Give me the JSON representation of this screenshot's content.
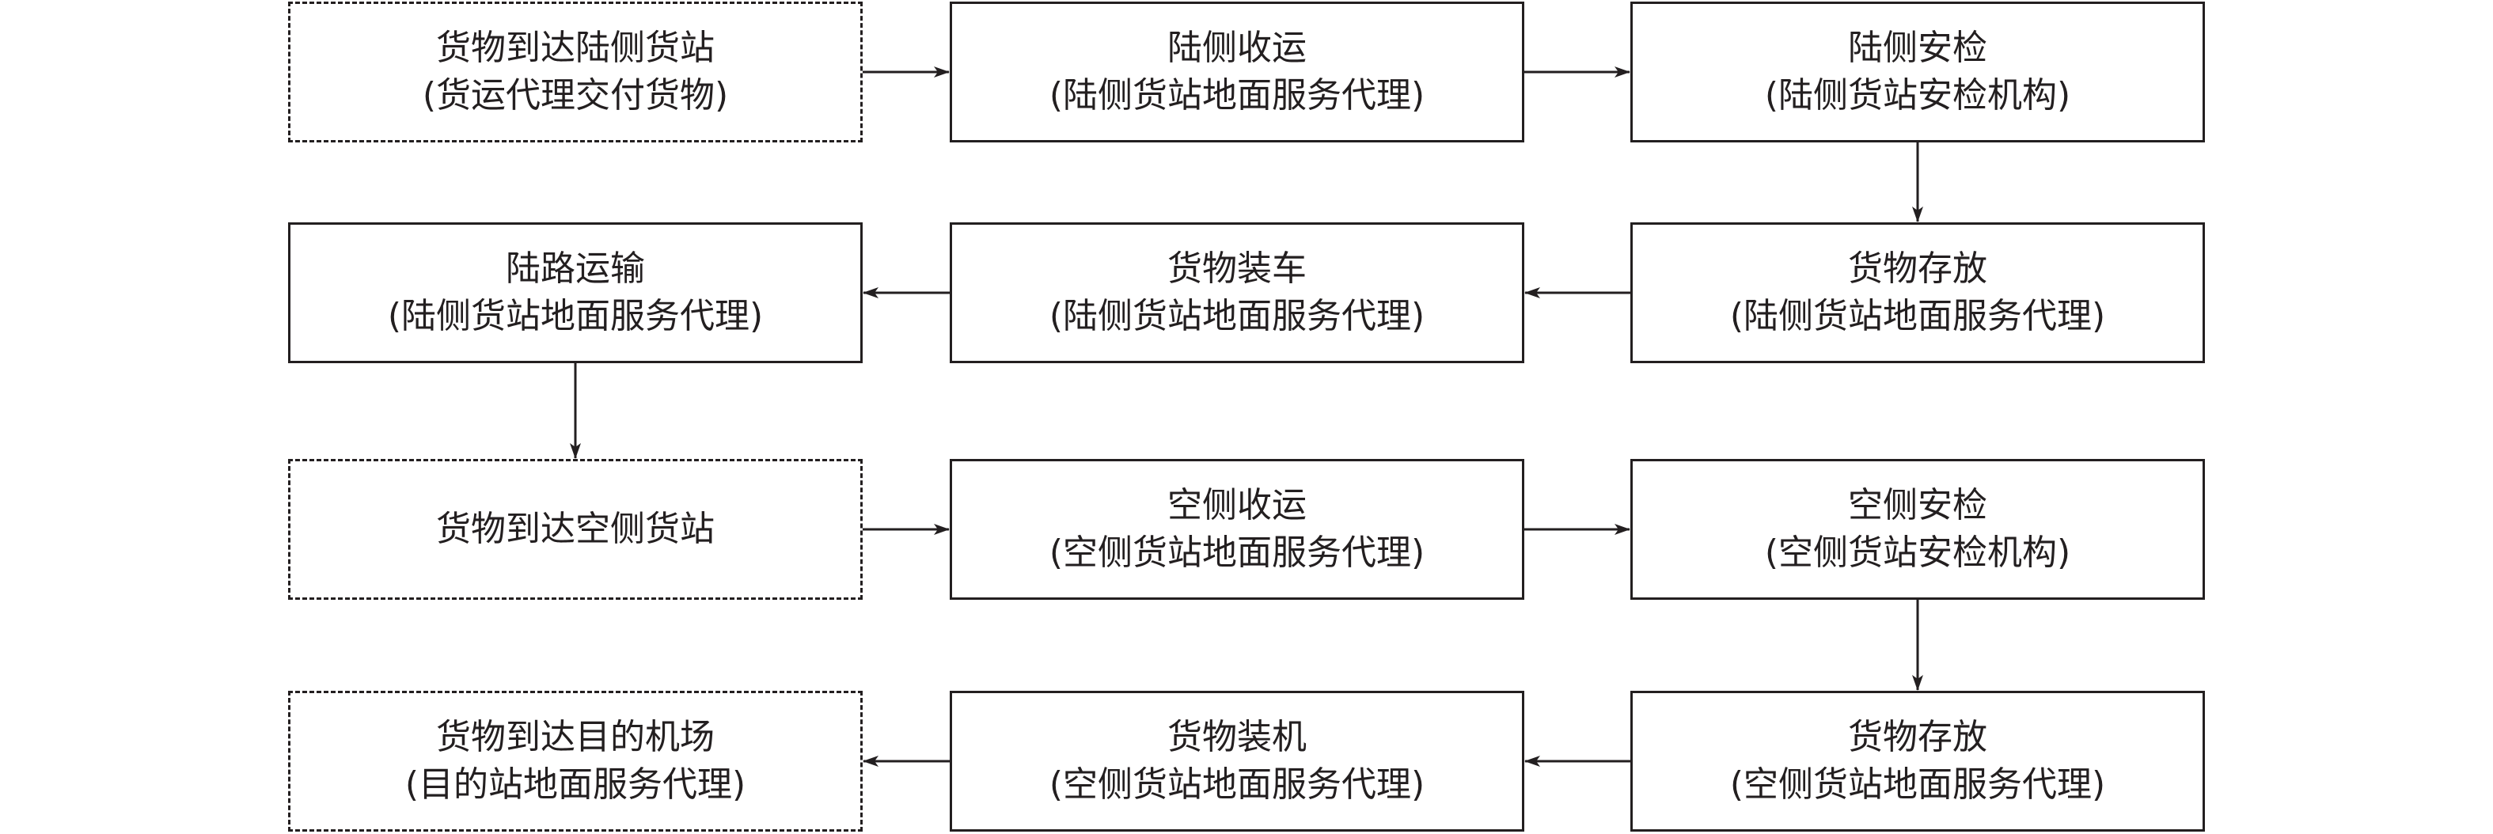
{
  "diagram": {
    "nodes": {
      "n1": {
        "line1": "货物到达陆侧货站",
        "line2": "(货运代理交付货物)",
        "style": "dashed"
      },
      "n2": {
        "line1": "陆侧收运",
        "line2": "(陆侧货站地面服务代理)",
        "style": "solid"
      },
      "n3": {
        "line1": "陆侧安检",
        "line2": "(陆侧货站安检机构)",
        "style": "solid"
      },
      "n4": {
        "line1": "陆路运输",
        "line2": "(陆侧货站地面服务代理)",
        "style": "solid"
      },
      "n5": {
        "line1": "货物装车",
        "line2": "(陆侧货站地面服务代理)",
        "style": "solid"
      },
      "n6": {
        "line1": "货物存放",
        "line2": "(陆侧货站地面服务代理)",
        "style": "solid"
      },
      "n7": {
        "line1": "货物到达空侧货站",
        "style": "dashed"
      },
      "n8": {
        "line1": "空侧收运",
        "line2": "(空侧货站地面服务代理)",
        "style": "solid"
      },
      "n9": {
        "line1": "空侧安检",
        "line2": "(空侧货站安检机构)",
        "style": "solid"
      },
      "n10": {
        "line1": "货物到达目的机场",
        "line2": "(目的站地面服务代理)",
        "style": "dashed"
      },
      "n11": {
        "line1": "货物装机",
        "line2": "(空侧货站地面服务代理)",
        "style": "solid"
      },
      "n12": {
        "line1": "货物存放",
        "line2": "(空侧货站地面服务代理)",
        "style": "solid"
      }
    },
    "edges": [
      {
        "from": "n1",
        "to": "n2"
      },
      {
        "from": "n2",
        "to": "n3"
      },
      {
        "from": "n3",
        "to": "n6"
      },
      {
        "from": "n6",
        "to": "n5"
      },
      {
        "from": "n5",
        "to": "n4"
      },
      {
        "from": "n4",
        "to": "n7"
      },
      {
        "from": "n7",
        "to": "n8"
      },
      {
        "from": "n8",
        "to": "n9"
      },
      {
        "from": "n9",
        "to": "n12"
      },
      {
        "from": "n12",
        "to": "n11"
      },
      {
        "from": "n11",
        "to": "n10"
      }
    ],
    "colors": {
      "stroke": "#231f20",
      "text": "#231f20",
      "background": "#ffffff"
    }
  }
}
